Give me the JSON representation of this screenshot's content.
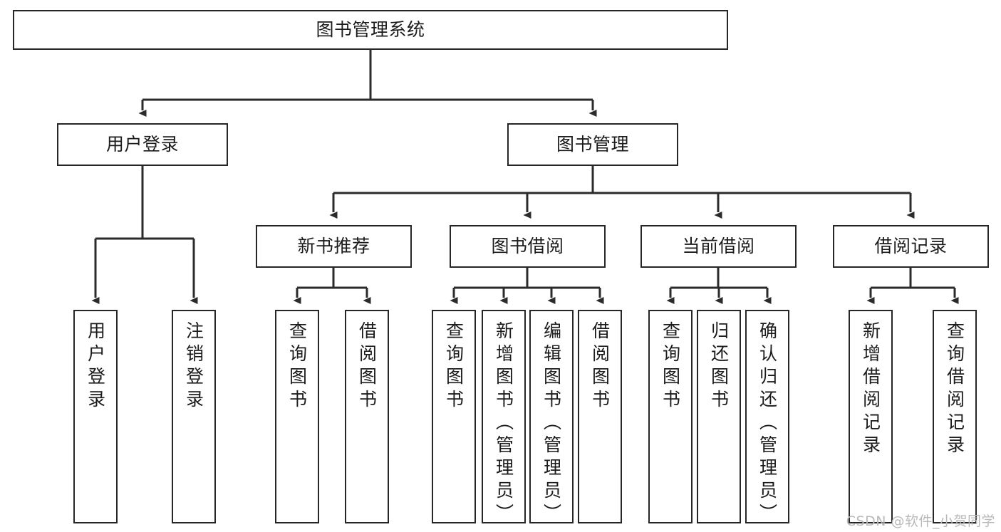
{
  "diagram": {
    "title": "图书管理系统",
    "type": "tree",
    "watermark": "CSDN @软件_小贺同学",
    "colors": {
      "box_border": "#262626",
      "box_fill": "#ffffff",
      "edge": "#2b2b2b",
      "text": "#1b1b1b",
      "watermark": "#b9b9b9",
      "background": "#ffffff"
    },
    "nodes": {
      "root": {
        "label": "图书管理系统"
      },
      "level2": [
        {
          "id": "user-login",
          "label": "用户登录"
        },
        {
          "id": "book-manage",
          "label": "图书管理"
        }
      ],
      "level3": [
        {
          "id": "new-book-recommend",
          "label": "新书推荐"
        },
        {
          "id": "book-borrow",
          "label": "图书借阅"
        },
        {
          "id": "current-borrow",
          "label": "当前借阅"
        },
        {
          "id": "borrow-record",
          "label": "借阅记录"
        }
      ],
      "leaves": [
        {
          "id": "leaf-user-login",
          "parent": "user-login",
          "label": "用户登录"
        },
        {
          "id": "leaf-logout",
          "parent": "user-login",
          "label": "注销登录"
        },
        {
          "id": "leaf-query-book-1",
          "parent": "new-book-recommend",
          "label": "查询图书"
        },
        {
          "id": "leaf-borrow-book-1",
          "parent": "new-book-recommend",
          "label": "借阅图书"
        },
        {
          "id": "leaf-query-book-2",
          "parent": "book-borrow",
          "label": "查询图书"
        },
        {
          "id": "leaf-add-book",
          "parent": "book-borrow",
          "label": "新增图书（管理员）"
        },
        {
          "id": "leaf-edit-book",
          "parent": "book-borrow",
          "label": "编辑图书（管理员）"
        },
        {
          "id": "leaf-borrow-book-2",
          "parent": "book-borrow",
          "label": "借阅图书"
        },
        {
          "id": "leaf-query-book-3",
          "parent": "current-borrow",
          "label": "查询图书"
        },
        {
          "id": "leaf-return-book",
          "parent": "current-borrow",
          "label": "归还图书"
        },
        {
          "id": "leaf-confirm-return",
          "parent": "current-borrow",
          "label": "确认归还（管理员）"
        },
        {
          "id": "leaf-add-record",
          "parent": "borrow-record",
          "label": "新增借阅记录"
        },
        {
          "id": "leaf-query-record",
          "parent": "borrow-record",
          "label": "查询借阅记录"
        }
      ]
    }
  }
}
